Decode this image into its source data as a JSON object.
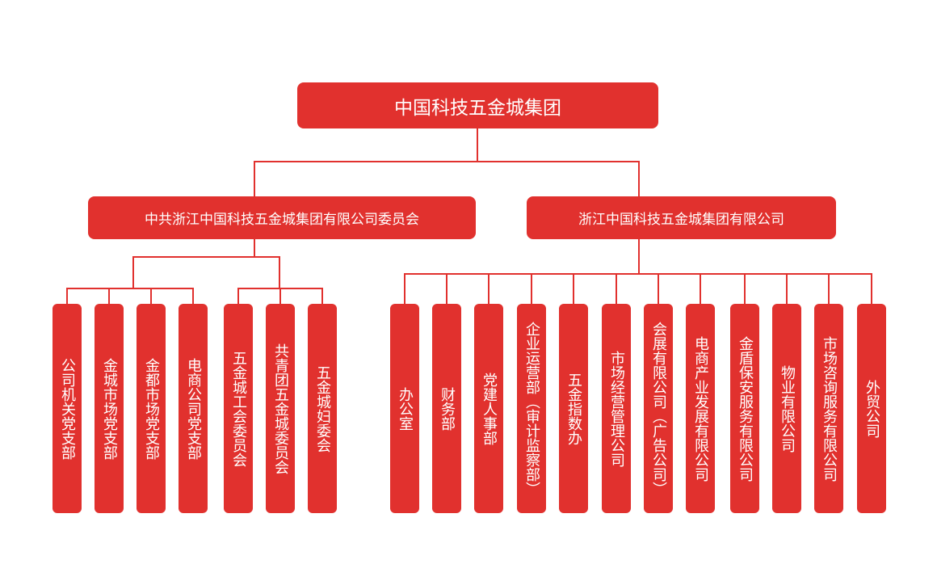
{
  "root": {
    "label": "中国科技五金城集团"
  },
  "branches": {
    "party": {
      "label": "中共浙江中国科技五金城集团有限公司委员会",
      "group_a": [
        "公司机关党支部",
        "金城市场党支部",
        "金都市场党支部",
        "电商公司党支部"
      ],
      "group_b": [
        "五金城工会委员会",
        "共青团五金城委员会",
        "五金城妇委会"
      ]
    },
    "company": {
      "label": "浙江中国科技五金城集团有限公司",
      "children": [
        "办公室",
        "财务部",
        "党建人事部",
        "企业运营部（审计监察部）",
        "五金指数办",
        "市场经营管理公司",
        "会展有限公司（广告公司）",
        "电商产业发展有限公司",
        "金盾保安服务有限公司",
        "物业有限公司",
        "市场咨询服务有限公司",
        "外贸公司"
      ]
    }
  },
  "colors": {
    "node_fill": "#e1312e",
    "node_text": "#ffffff",
    "connector": "#e1312e",
    "background": "#ffffff"
  }
}
